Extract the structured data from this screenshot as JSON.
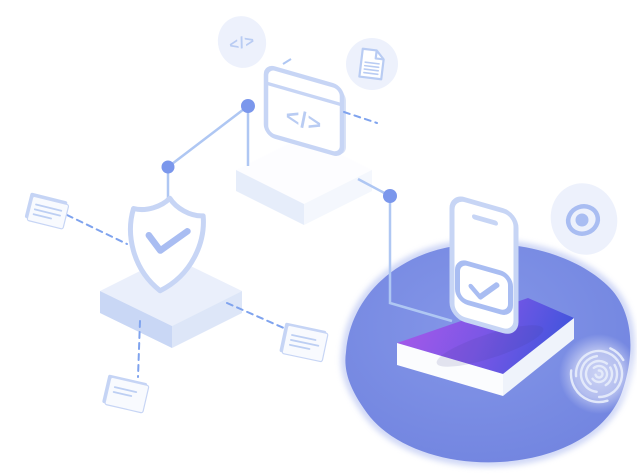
{
  "meta": {
    "type": "isometric-security-illustration",
    "background": "#ffffff"
  },
  "glyphs": {
    "laptop_screen_code": "</>",
    "code_badge": "</>"
  },
  "icons": {
    "code_badge_icon": "</> in light circle",
    "document_icon": "page with folded corner and text lines in light circle",
    "eye_icon": "ring with center dot in light ellipse",
    "fingerprint_icon": "fingerprint whorl in translucent circle",
    "shield_check_icon": "shield with checkmark on platform",
    "phone_check_icon": "smartphone with checkmark badge on gradient platform",
    "laptop_code_icon": "laptop screen with code glyph on platform",
    "message_card_count": 3,
    "node_dot_count": 3
  },
  "palette": {
    "bg": "#ffffff",
    "stroke_light": "#C7D5F5",
    "stroke_mid": "#A9BDF2",
    "glyph": "#B9CCF3",
    "circle_bg": "#EDF1FC",
    "dot": "#7B97EC",
    "line": "#AFC7F3",
    "dash": "#7FA3EE",
    "blob": "#7589E3",
    "blob_halo": "#A9B7EF",
    "accent_purple": "#A158E9",
    "accent_violet": "#7B57E6",
    "accent_blue": "#3C54DC",
    "slab_top": "#FDFDFF",
    "slab_top_shaded": "#EAEFFB",
    "slab_left": "#C9D7F5",
    "slab_right": "#DDE6F8",
    "slab_left_light": "#E6EDFA",
    "slab_right_light": "#F4F7FD",
    "card_face": "#F8FAFE",
    "card_edge": "#C5D4F5",
    "card_line": "#BDCFF3",
    "screen_back": "#D9E2F7",
    "fingerprint_line": "#E6ECFB"
  }
}
